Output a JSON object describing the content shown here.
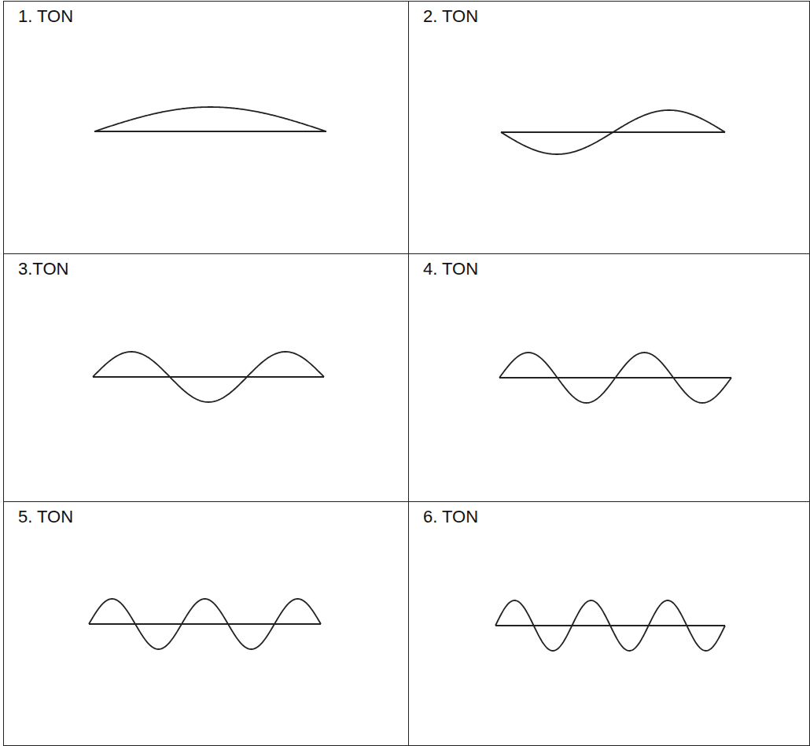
{
  "diagram": {
    "nodes": [
      {
        "text": [
          "1. TON"
        ]
      },
      {
        "text": [
          "2. TON"
        ]
      },
      {
        "text": [
          "3.TON"
        ]
      },
      {
        "text": [
          "4. TON"
        ]
      },
      {
        "text": [
          "5. TON"
        ]
      },
      {
        "text": [
          "6. TON"
        ]
      }
    ]
  }
}
